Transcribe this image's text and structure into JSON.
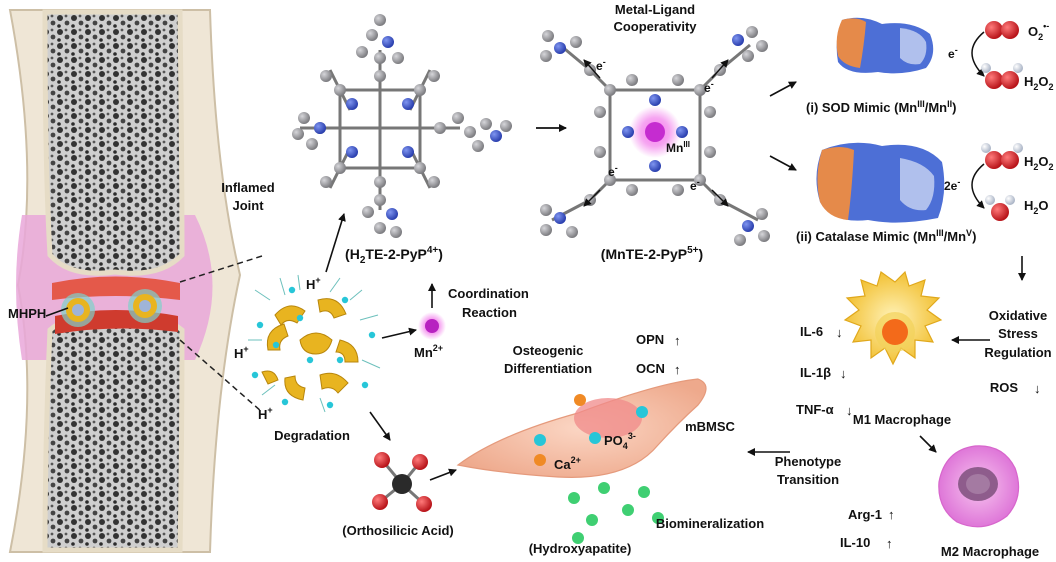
{
  "labels": {
    "mhph": "MHPH",
    "inflamed_joint_line1": "Inflamed",
    "inflamed_joint_line2": "Joint",
    "degradation": "Degradation",
    "h_plus": "H",
    "h_plus_sup": "+",
    "mn2_base": "Mn",
    "mn2_sup": "2+",
    "coordination_line1": "Coordination",
    "coordination_line2": "Reaction",
    "h2te_prefix": "(H",
    "h2te_sub": "2",
    "h2te_mid": "TE-2-PyP",
    "h2te_sup": "4+",
    "h2te_suffix": ")",
    "mnte_prefix": "(MnTE-2-PyP",
    "mnte_sup": "5+",
    "mnte_suffix": ")",
    "mn_center": "Mn",
    "mn_center_sup": "III",
    "electron": "e",
    "electron_sup": "-",
    "metal_ligand_line1": "Metal-Ligand",
    "metal_ligand_line2": "Cooperativity",
    "sod_text": "(i) SOD Mimic (Mn",
    "sod_sup1": "III",
    "sod_mid": "/Mn",
    "sod_sup2": "II",
    "sod_end": ")",
    "catalase_text": "(ii) Catalase Mimic (Mn",
    "catalase_sup1": "III",
    "catalase_mid": "/Mn",
    "catalase_sup2": "V",
    "catalase_end": ")",
    "o2_base": "O",
    "o2_sub": "2",
    "o2_sup": "•-",
    "h2o2_h": "H",
    "h2o2_sub1": "2",
    "h2o2_o": "O",
    "h2o2_sub2": "2",
    "h2o_h": "H",
    "h2o_sub": "2",
    "h2o_o": "O",
    "one_e": "e",
    "one_e_sup": "-",
    "two_e": "2e",
    "two_e_sup": "-",
    "oxidative_line1": "Oxidative",
    "oxidative_line2": "Stress",
    "oxidative_line3": "Regulation",
    "ros": "ROS",
    "il6": "IL-6",
    "il1b": "IL-1β",
    "tnfa": "TNF-α",
    "m1": "M1 Macrophage",
    "m2": "M2 Macrophage",
    "arg1": "Arg-1",
    "il10": "IL-10",
    "opn": "OPN",
    "ocn": "OCN",
    "osteogenic_line1": "Osteogenic",
    "osteogenic_line2": "Differentiation",
    "mbmsc": "mBMSC",
    "ca_base": "Ca",
    "ca_sup": "2+",
    "po4_base": "PO",
    "po4_sub": "4",
    "po4_sup": "3-",
    "phenotype_line1": "Phenotype",
    "phenotype_line2": "Transition",
    "orthosilicic": "(Orthosilicic Acid)",
    "hydroxyapatite": "(Hydroxyapatite)",
    "biomineralization": "Biomineralization"
  },
  "colors": {
    "bone_gray": "#3a3a3a",
    "cartilage": "#e8dcc8",
    "inflamed_red": "#e4594a",
    "synovium_pink": "#e9a7d9",
    "atom_carbon": "#8f8f93",
    "atom_nitrogen": "#3552c8",
    "mn_magenta": "#d43ad8",
    "oxygen_red": "#d8232a",
    "hydrogen_white": "#e8edf5",
    "nanoparticle_gold": "#e8b420",
    "ion_cyan": "#27c6d8",
    "ca_orange": "#f08a25",
    "hap_green": "#3fcf72",
    "cell_peach": "#f3b9a0",
    "m1_yellow": "#f4c53a",
    "m2_pink": "#e98be0",
    "protein_blue": "#4d6fd6",
    "protein_orange": "#e58a4a"
  },
  "icons": [
    "up-arrow-icon",
    "down-arrow-icon",
    "reaction-arrow-icon",
    "electron-transfer-curve-icon"
  ]
}
